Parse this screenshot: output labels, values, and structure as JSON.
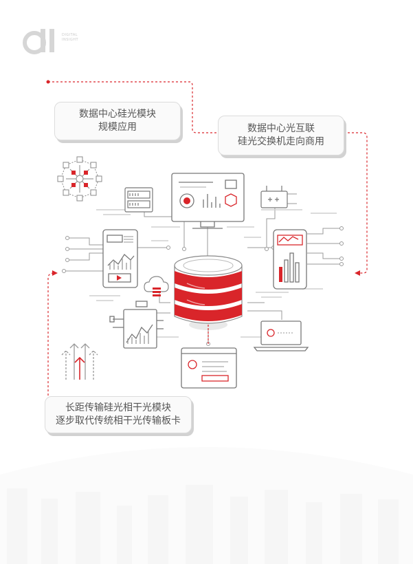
{
  "logo": {
    "mark": "di",
    "line1": "DIGITAL",
    "line2": "INSIGHT"
  },
  "callouts": {
    "top_left": {
      "line1": "数据中心硅光模块",
      "line2": "规模应用"
    },
    "top_right": {
      "line1": "数据中心光互联",
      "line2": "硅光交换机走向商用"
    },
    "bottom_left": {
      "line1": "长距传输硅光相干光模块",
      "line2": "逐步取代传统相干光传输板卡"
    }
  },
  "colors": {
    "accent": "#d9252a",
    "line": "#9a9a9a",
    "light": "#cfcfcf",
    "text": "#555555"
  },
  "icons": [
    "database-icon",
    "monitor-dashboard-icon",
    "server-rack-icon",
    "router-icon",
    "tablet-chart-icon",
    "smartphone-bar-chart-icon",
    "cloud-icon",
    "machine-chart-icon",
    "laptop-icon",
    "webpage-icon",
    "network-node-icon",
    "upload-arrows-icon"
  ]
}
